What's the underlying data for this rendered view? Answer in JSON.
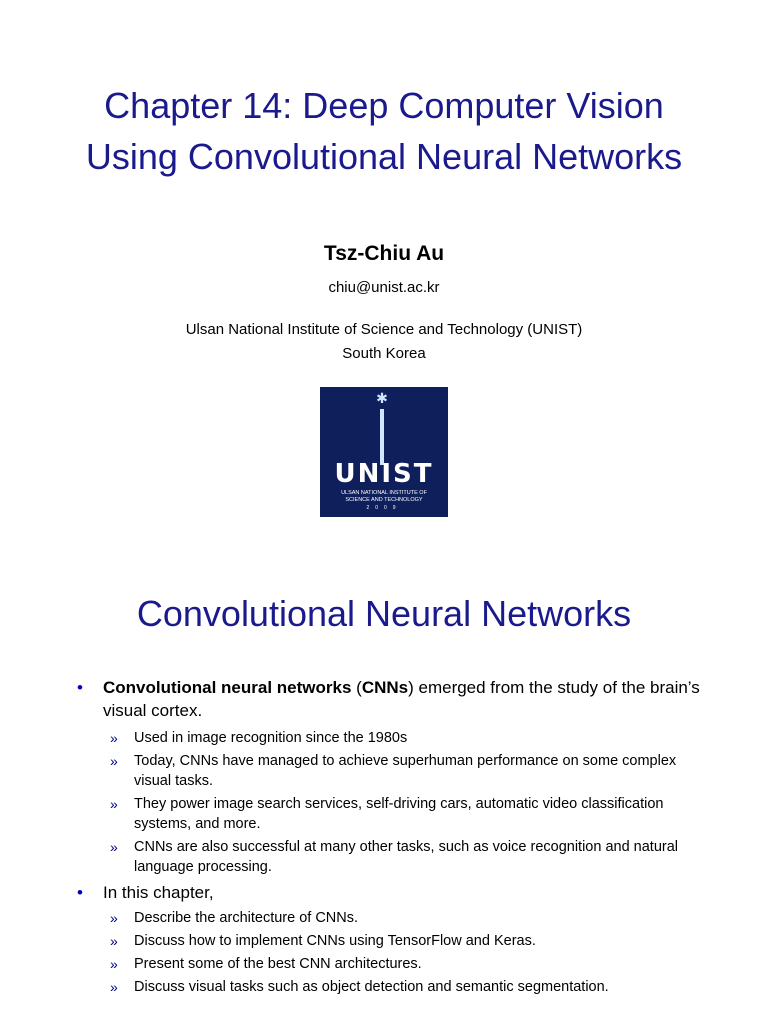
{
  "slide1": {
    "title_line1": "Chapter 14: Deep Computer Vision",
    "title_line2": "Using Convolutional Neural Networks",
    "author": "Tsz-Chiu Au",
    "email": "chiu@unist.ac.kr",
    "institution_line1": "Ulsan National Institute of Science and Technology (UNIST)",
    "institution_line2": "South Korea",
    "logo": {
      "wordmark": "UNIST",
      "subtitle_line1": "ULSAN NATIONAL INSTITUTE OF",
      "subtitle_line2": "SCIENCE AND TECHNOLOGY",
      "year": "2009",
      "background_color": "#0e1f5b"
    }
  },
  "slide2": {
    "title": "Convolutional Neural Networks",
    "bullet1": {
      "bold_a": "Convolutional neural networks",
      "text_a": " (",
      "bold_b": "CNNs",
      "text_b": ") emerged from the study of the brain’s visual cortex."
    },
    "sub1": [
      "Used in image recognition since the 1980s",
      "Today, CNNs have managed to achieve superhuman performance on some complex visual tasks.",
      "They power image search services, self-driving cars, automatic video classification systems, and more.",
      "CNNs are also successful at many other tasks, such as voice recognition and natural language processing."
    ],
    "bullet2": "In this chapter,",
    "sub2": [
      "Describe the architecture of CNNs.",
      "Discuss how to implement CNNs using TensorFlow and Keras.",
      "Present some of the best CNN architectures.",
      "Discuss visual tasks such as object detection and semantic segmentation."
    ],
    "bullet_symbol": "•",
    "sub_bullet_symbol": "»",
    "title_color": "#1a1a8c",
    "bullet_color": "#0000cc"
  }
}
